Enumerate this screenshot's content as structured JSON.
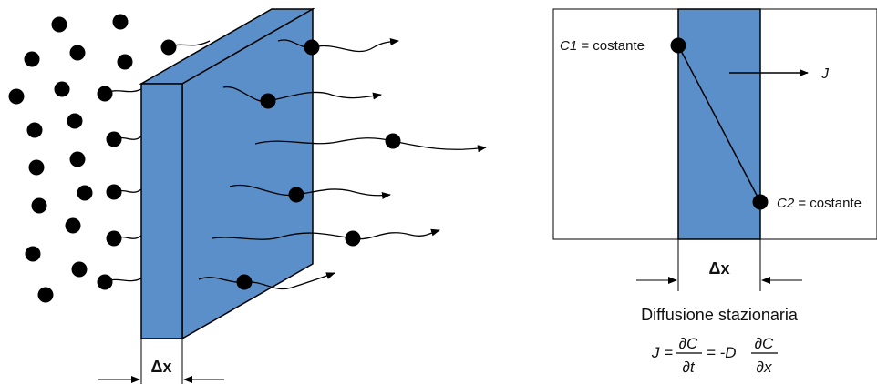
{
  "colors": {
    "membrane_front": "#5b8fc9",
    "membrane_side": "#5b8fc9",
    "particle": "#000000",
    "line": "#000000"
  },
  "left_diagram": {
    "thickness_label": "Δx"
  },
  "right_diagram": {
    "c1_symbol": "C1",
    "c1_text": " = costante",
    "c2_symbol": "C2",
    "c2_text": " = costante",
    "flux_label": "J",
    "thickness_label": "Δx",
    "caption": "Diffusione stazionaria"
  },
  "equation": {
    "lhs": "J =",
    "frac1_num": "∂C",
    "frac1_den": "∂t",
    "mid": "= -D",
    "frac2_num": "∂C",
    "frac2_den": "∂x"
  }
}
